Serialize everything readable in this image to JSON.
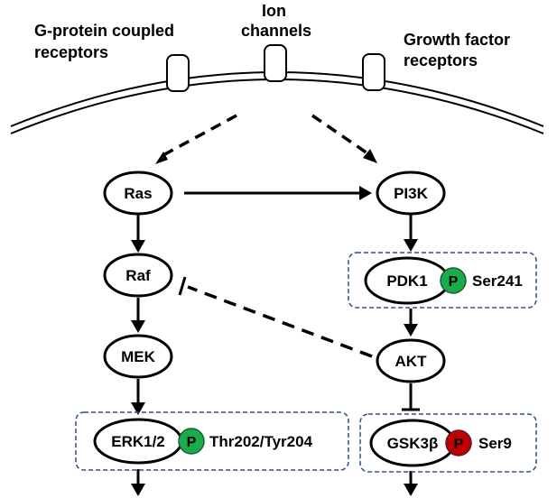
{
  "receptors": {
    "gpcr": [
      "G-protein coupled",
      "receptors"
    ],
    "ion": [
      "Ion",
      "channels"
    ],
    "growth": [
      "Growth factor",
      "receptors"
    ]
  },
  "nodes": {
    "ras": "Ras",
    "raf": "Raf",
    "mek": "MEK",
    "erk": "ERK1/2",
    "pi3k": "PI3K",
    "pdk1": "PDK1",
    "akt": "AKT",
    "gsk3b": "GSK3β"
  },
  "phospho": {
    "label": "P",
    "erk_site": "Thr202/Tyr204",
    "pdk1_site": "Ser241",
    "gsk3b_site": "Ser9"
  },
  "colors": {
    "phospho_active": "#1aab4b",
    "phospho_inhibitory": "#c00000",
    "box_border": "#2f4f7f"
  }
}
